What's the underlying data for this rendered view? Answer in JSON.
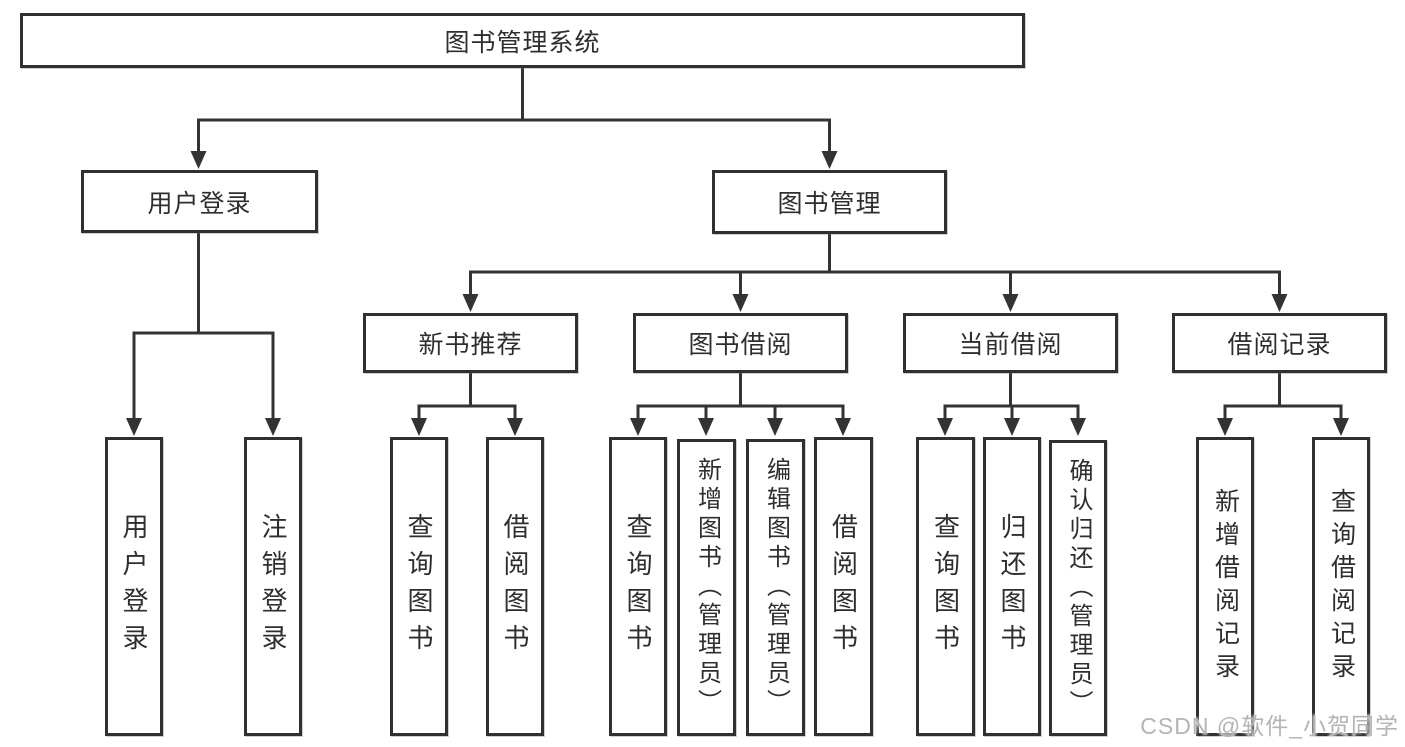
{
  "diagram": {
    "root": "图书管理系统",
    "level2": {
      "user_login": "用户登录",
      "book_mgmt": "图书管理"
    },
    "level3": {
      "new_book": "新书推荐",
      "book_borrow": "图书借阅",
      "current_borrow": "当前借阅",
      "borrow_record": "借阅记录"
    },
    "leaves": {
      "user_login": "用户登录",
      "logout": "注销登录",
      "nb_query": "查询图书",
      "nb_borrow": "借阅图书",
      "bb_query": "查询图书",
      "bb_add": "新增图书（管理员）",
      "bb_edit": "编辑图书（管理员）",
      "bb_borrow": "借阅图书",
      "cb_query": "查询图书",
      "cb_return": "归还图书",
      "cb_confirm": "确认归还（管理员）",
      "br_add": "新增借阅记录",
      "br_query": "查询借阅记录"
    }
  },
  "watermark": "CSDN @软件_小贺同学",
  "colors": {
    "line": "#333333",
    "box_border": "#303030",
    "text": "#2e2e2e",
    "watermark": "#b4b4b4",
    "background": "#ffffff"
  }
}
